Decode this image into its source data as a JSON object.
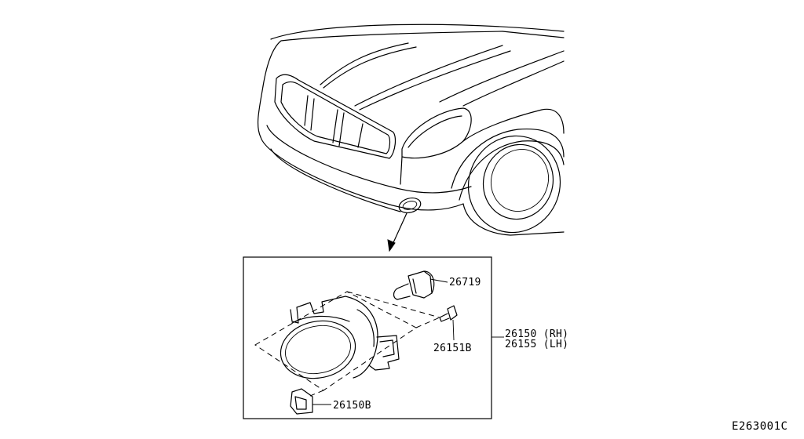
{
  "diagram": {
    "parts": [
      {
        "number": "26719"
      },
      {
        "number": "26151B"
      },
      {
        "number": "26150 (RH)"
      },
      {
        "number": "26155 (LH)"
      },
      {
        "number": "26150B"
      }
    ],
    "reference_code": "E263001C"
  }
}
